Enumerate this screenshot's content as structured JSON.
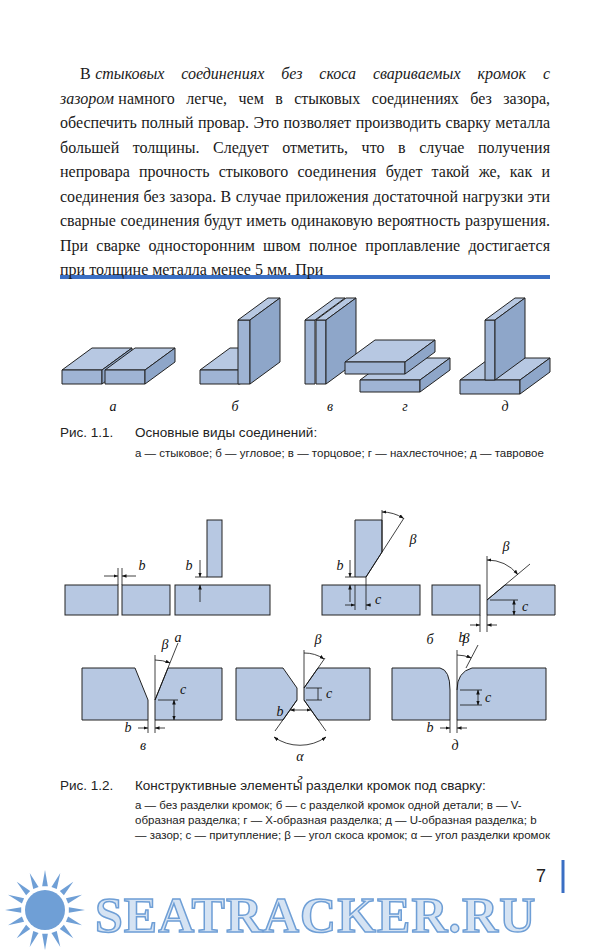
{
  "diagram": {
    "labels": [
      "В",
      "стыковых соединениях без скоса свариваемых кромок с зазором",
      "намного легче, чем в стыковых соединениях без зазора, обеспечить полный провар. Это позволяет производить сварку металла большей толщины. Следует отметить, что в случае получения непровара прочность стыкового соединения будет такой же, как и соединения без зазора. В случае приложения достаточной нагрузки эти сварные соединения будут иметь одинаковую вероятность разрушения. При сварке односторонним швом полное проплавление достигается при толщине металла менее 5 мм. При",
      "а",
      "б",
      "в",
      "г",
      "д",
      "Рис. 1.1.",
      "Основные виды соединений:",
      "а — стыковое; б — угловое; в — торцовое; г — нахлесточное; д — тавровое",
      "b",
      "b",
      "а",
      "b",
      "β",
      "c",
      "β",
      "b",
      "c",
      "б",
      "β",
      "c",
      "b",
      "в",
      "β",
      "c",
      "b",
      "α",
      "г",
      "β",
      "c",
      "b",
      "д",
      "Рис. 1.2.",
      "Конструктивные элементы разделки кромок под сварку:",
      "а — без разделки кромок; б — с разделкой кромок одной детали; в — V-образная разделка; г — X-образная разделка; д — U-образная разделка; b — зазор; c — притупление; β — угол скоса кромок; α — угол разделки кромок",
      "7",
      "SEATRACKER.RU"
    ]
  }
}
